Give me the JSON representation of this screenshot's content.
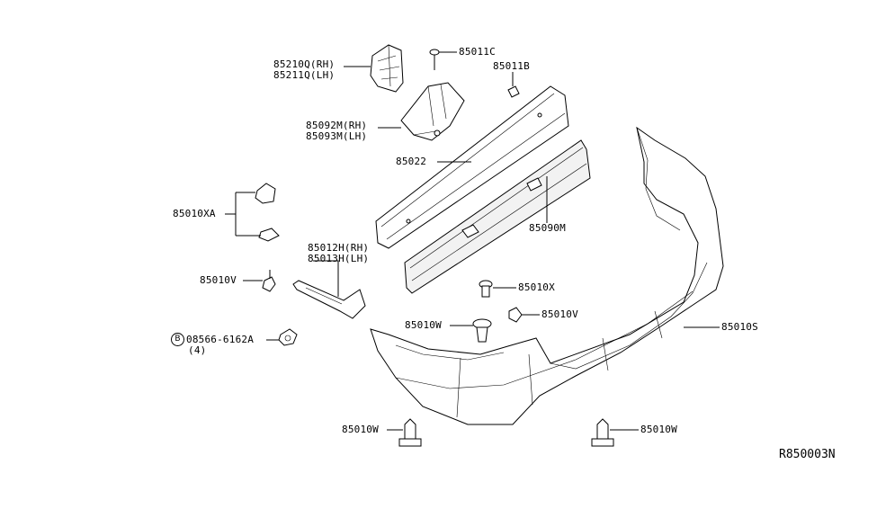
{
  "diagram": {
    "reference_code": "R850003N",
    "parts": [
      {
        "id": "p85210",
        "lines": [
          "85210Q(RH)",
          "85211Q(LH)"
        ]
      },
      {
        "id": "p85011C",
        "lines": [
          "85011C"
        ]
      },
      {
        "id": "p85011B",
        "lines": [
          "85011B"
        ]
      },
      {
        "id": "p85092",
        "lines": [
          "85092M(RH)",
          "85093M(LH)"
        ]
      },
      {
        "id": "p85022",
        "lines": [
          "85022"
        ]
      },
      {
        "id": "p85010XA",
        "lines": [
          "85010XA"
        ]
      },
      {
        "id": "p85090M",
        "lines": [
          "85090M"
        ]
      },
      {
        "id": "p85012H",
        "lines": [
          "85012H(RH)",
          "85013H(LH)"
        ]
      },
      {
        "id": "p85010V_left",
        "lines": [
          "85010V"
        ]
      },
      {
        "id": "p85010X",
        "lines": [
          "85010X"
        ]
      },
      {
        "id": "p85010V_right",
        "lines": [
          "85010V"
        ]
      },
      {
        "id": "p08566",
        "lines": [
          "08566-6162A",
          "(4)"
        ],
        "prefix_symbol": "B"
      },
      {
        "id": "p85010W_mid",
        "lines": [
          "85010W"
        ]
      },
      {
        "id": "p85010S",
        "lines": [
          "85010S"
        ]
      },
      {
        "id": "p85010W_lowleft",
        "lines": [
          "85010W"
        ]
      },
      {
        "id": "p85010W_lowright",
        "lines": [
          "85010W"
        ]
      }
    ]
  }
}
